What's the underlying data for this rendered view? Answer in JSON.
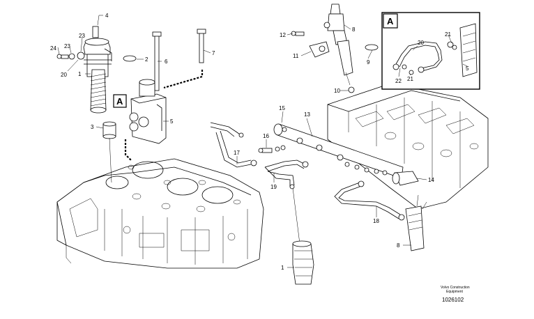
{
  "callouts": {
    "c4": "4",
    "c23a": "23",
    "c23b": "23",
    "c24": "24",
    "c2": "2",
    "c20a": "20",
    "c1a": "1",
    "c6": "6",
    "c7": "7",
    "c3": "3",
    "c5a": "5",
    "c12": "12",
    "c8a": "8",
    "c11": "11",
    "c9": "9",
    "c10": "10",
    "c21a": "21",
    "c20b": "20",
    "c22": "22",
    "c21b": "21",
    "c5b": "5",
    "c15": "15",
    "c13": "13",
    "c16": "16",
    "c17": "17",
    "c19": "19",
    "c14": "14",
    "c18": "18",
    "c8b": "8",
    "c1b": "1"
  },
  "detail_labels": {
    "left": "A",
    "right": "A"
  },
  "footer": {
    "brand": "Volvo Construction",
    "sub": "Equipment",
    "code": "1026102"
  }
}
